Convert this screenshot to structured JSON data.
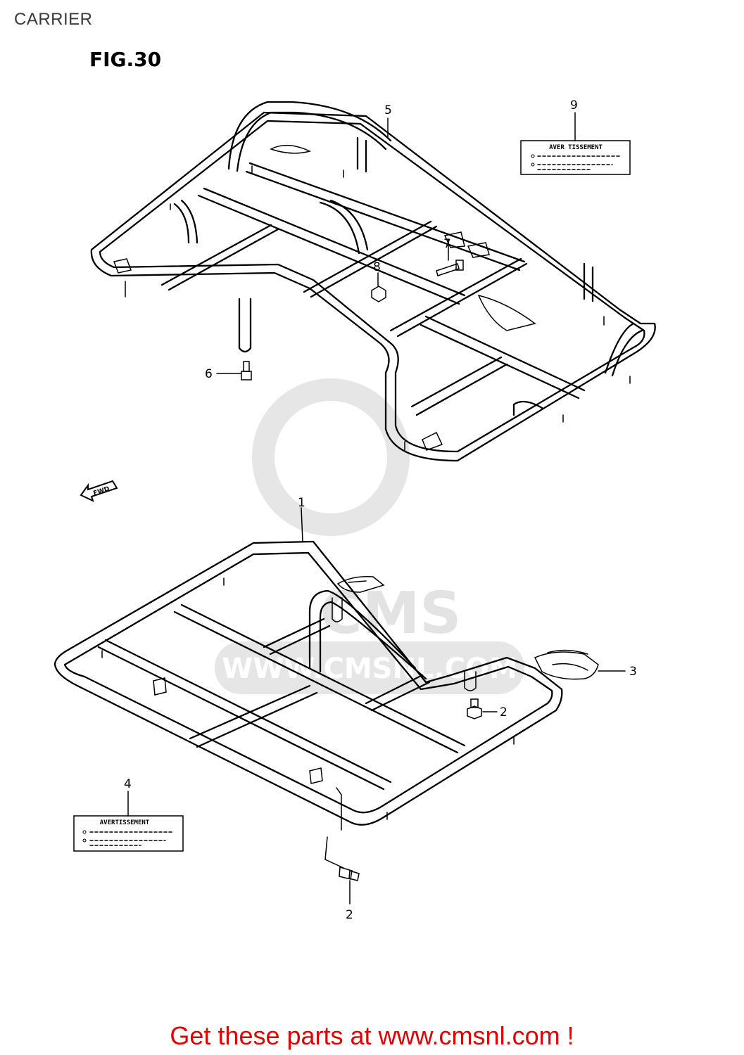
{
  "page": {
    "title": "CARRIER",
    "figure": "FIG.30"
  },
  "callouts": [
    "1",
    "2",
    "2",
    "3",
    "4",
    "5",
    "6",
    "7",
    "8",
    "9"
  ],
  "labels": {
    "warning_label_text": "AVERTISSEMENT",
    "warning_label_text_upper": "AVER TISSEMENT"
  },
  "arrow": {
    "text": "FWD"
  },
  "watermark": {
    "brand": "CMS",
    "url": "WWW.CMSNL.COM"
  },
  "footer": {
    "cta": "Get these parts at www.cmsnl.com !"
  },
  "colors": {
    "cta": "#e00000",
    "line": "#000000",
    "watermark": "#e6e6e6"
  }
}
